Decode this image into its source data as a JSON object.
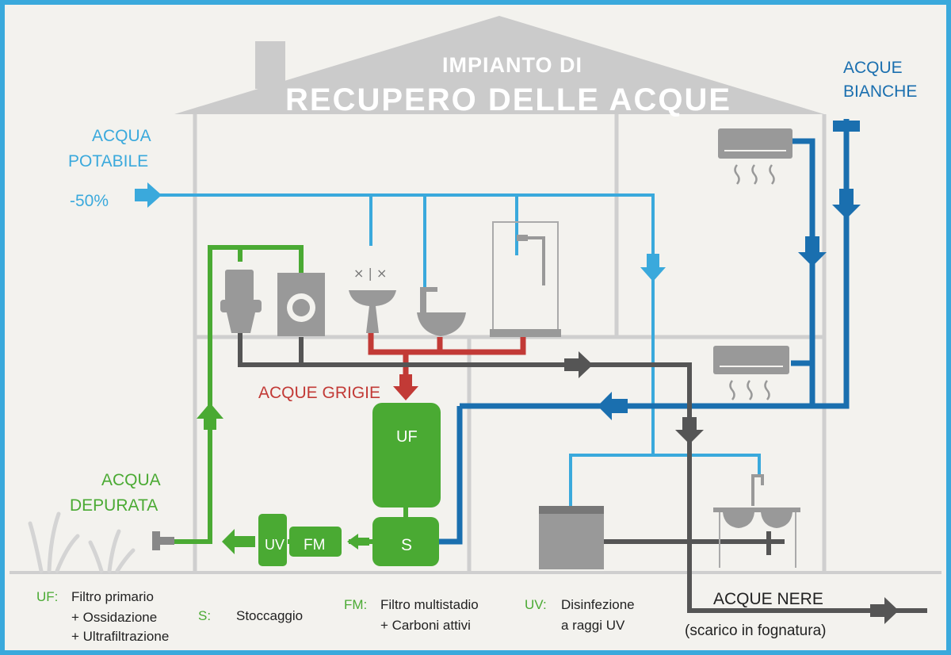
{
  "title": {
    "line1": "IMPIANTO DI",
    "line2": "RECUPERO DELLE ACQUE"
  },
  "labels": {
    "acqua_potabile_1": "ACQUA",
    "acqua_potabile_2": "POTABILE",
    "reduction": "-50%",
    "acque_bianche_1": "ACQUE",
    "acque_bianche_2": "BIANCHE",
    "acque_grigie": "ACQUE GRIGIE",
    "acqua_depurata_1": "ACQUA",
    "acqua_depurata_2": "DEPURATA",
    "acque_nere": "ACQUE NERE",
    "scarico": "(scarico in fognatura)"
  },
  "units": {
    "uf": "UF",
    "s": "S",
    "fm": "FM",
    "uv": "UV"
  },
  "legend": {
    "uf_key": "UF:",
    "uf_line1": "Filtro primario",
    "uf_line2": "+ Ossidazione",
    "uf_line3": "+ Ultrafiltrazione",
    "s_key": "S:",
    "s_line1": "Stoccaggio",
    "fm_key": "FM:",
    "fm_line1": "Filtro multistadio",
    "fm_line2": "+ Carboni attivi",
    "uv_key": "UV:",
    "uv_line1": "Disinfezione",
    "uv_line2": "a raggi UV"
  },
  "colors": {
    "potable": "#3aa9dc",
    "white_water": "#1a6faf",
    "grey_water": "#c23a36",
    "purified": "#4aaa33",
    "black_water": "#555555",
    "house": "#c9c9c9"
  }
}
